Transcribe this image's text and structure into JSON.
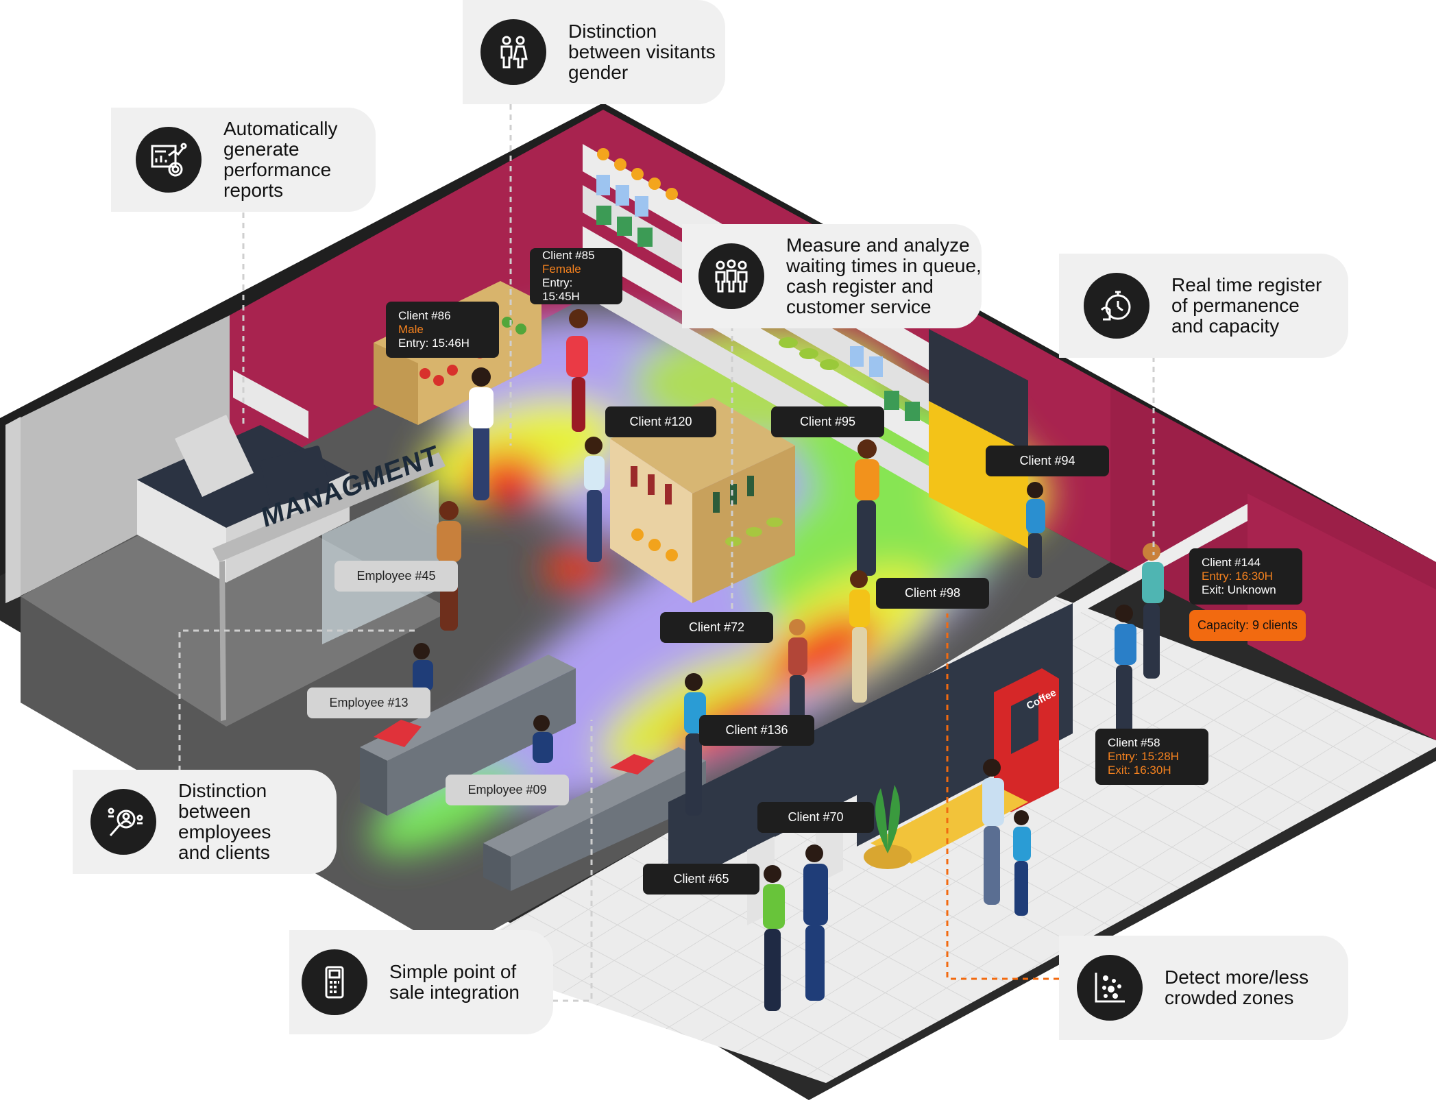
{
  "features": {
    "gender": "Distinction\nbetween visitants\ngender",
    "reports": "Automatically\ngenerate\nperformance\nreports",
    "queue": "Measure and analyze\nwaiting times in queue,\ncash register and\ncustomer service",
    "permanence": "Real time register\nof permanence\nand capacity",
    "employees": "Distinction\nbetween\nemployees\nand clients",
    "pos": "Simple point of\nsale integration",
    "crowded": "Detect more/less\ncrowded zones"
  },
  "tags": {
    "c85": {
      "title": "Client #85",
      "gender": "Female",
      "entry": "Entry: 15:45H"
    },
    "c86": {
      "title": "Client #86",
      "gender": "Male",
      "entry": "Entry: 15:46H"
    },
    "c120": "Client #120",
    "c95": "Client #95",
    "c94": "Client #94",
    "c144": {
      "title": "Client #144",
      "entry": "Entry: 16:30H",
      "exit": "Exit: Unknown"
    },
    "capacity": "Capacity: 9 clients",
    "e45": "Employee #45",
    "c98": "Client #98",
    "c72": "Client #72",
    "e13": "Employee #13",
    "c136": "Client #136",
    "c58": {
      "title": "Client #58",
      "entry": "Entry: 15:28H",
      "exit": "Exit: 16:30H"
    },
    "e09": "Employee #09",
    "c70": "Client #70",
    "c65": "Client #65"
  },
  "scene_labels": {
    "managment": "MANAGMENT",
    "coffee": "Coffee"
  },
  "icons": {
    "gender": "male-female-icon",
    "reports": "report-chart-icon",
    "queue": "people-queue-icon",
    "permanence": "stopwatch-hand-icon",
    "employees": "person-search-icon",
    "pos": "pos-terminal-icon",
    "crowded": "scatter-dots-icon"
  },
  "colors": {
    "wall": "#a8234f",
    "floor": "#585858",
    "tag_dark": "#1e1e1e",
    "tag_employee": "#d4d4d4",
    "highlight": "#f5821f",
    "capacity": "#f26a10"
  }
}
